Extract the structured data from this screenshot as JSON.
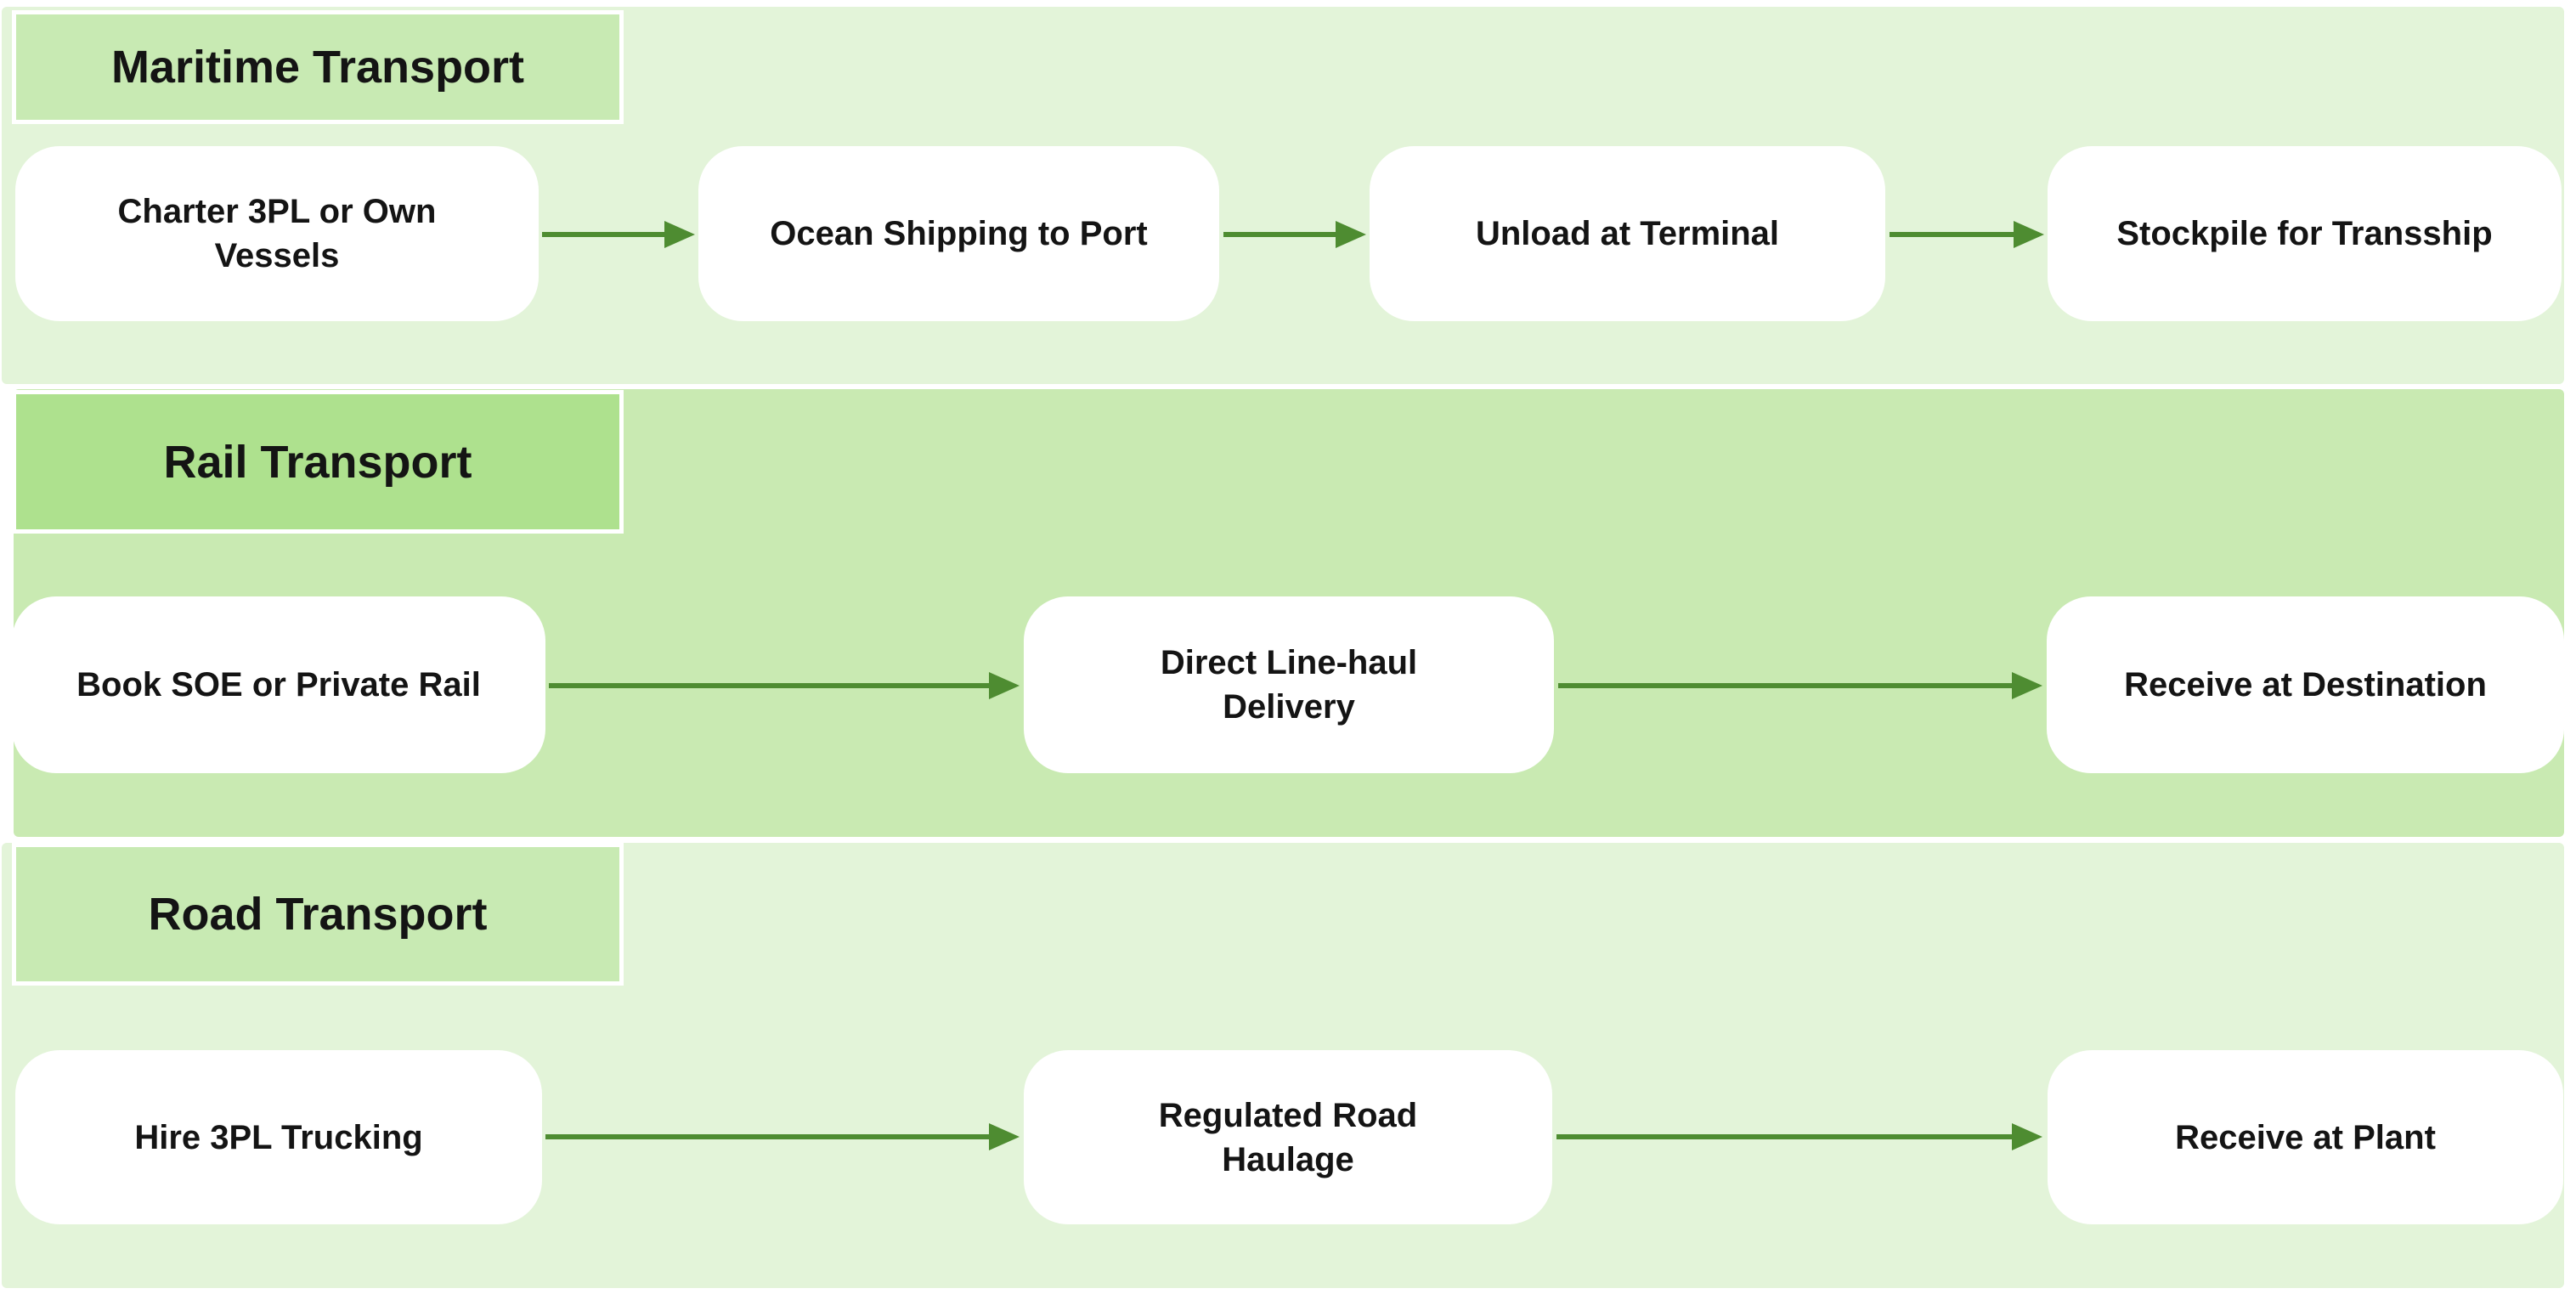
{
  "diagram": {
    "type": "swimlane-flowchart",
    "lanes": [
      {
        "title": "Maritime Transport",
        "steps": [
          "Charter 3PL or Own\nVessels",
          "Ocean Shipping to Port",
          "Unload at Terminal",
          "Stockpile for Transship"
        ]
      },
      {
        "title": "Rail Transport",
        "steps": [
          "Book SOE or Private Rail",
          "Direct Line-haul\nDelivery",
          "Receive at Destination"
        ]
      },
      {
        "title": "Road Transport",
        "steps": [
          "Hire 3PL Trucking",
          "Regulated Road\nHaulage",
          "Receive at Plant"
        ]
      }
    ],
    "colors": {
      "lane_light_bg": "#e3f4d9",
      "lane_medium_bg": "#c9eab2",
      "header_light_bg": "#c8eab3",
      "header_dark_bg": "#aee18e",
      "header_border": "#ffffff",
      "node_bg": "#ffffff",
      "arrow": "#4e8c31",
      "text": "#141414"
    }
  }
}
